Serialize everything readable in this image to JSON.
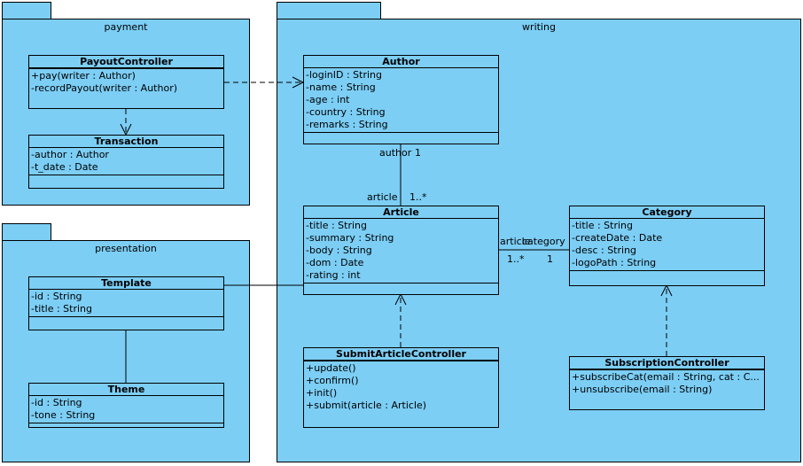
{
  "packages": {
    "payment": "payment",
    "writing": "writing",
    "presentation": "presentation"
  },
  "classes": {
    "payout_controller": {
      "name": "PayoutController",
      "attrs": [],
      "ops": [
        "+pay(writer : Author)",
        "-recordPayout(writer : Author)"
      ]
    },
    "transaction": {
      "name": "Transaction",
      "attrs": [
        "-author : Author",
        "-t_date : Date"
      ],
      "ops": []
    },
    "author": {
      "name": "Author",
      "attrs": [
        "-loginID : String",
        "-name : String",
        "-age : int",
        "-country : String",
        "-remarks : String"
      ],
      "ops": []
    },
    "article": {
      "name": "Article",
      "attrs": [
        "-title : String",
        "-summary : String",
        "-body : String",
        "-dom : Date",
        "-rating : int"
      ],
      "ops": []
    },
    "category": {
      "name": "Category",
      "attrs": [
        "-title : String",
        "-createDate : Date",
        "-desc : String",
        "-logoPath : String"
      ],
      "ops": []
    },
    "submit_article_controller": {
      "name": "SubmitArticleController",
      "attrs": [],
      "ops": [
        "+update()",
        "+confirm()",
        "+init()",
        "+submit(article : Article)"
      ]
    },
    "subscription_controller": {
      "name": "SubscriptionController",
      "attrs": [],
      "ops": [
        "+subscribeCat(email : String, cat : C...",
        "+unsubscribe(email : String)"
      ]
    },
    "template": {
      "name": "Template",
      "attrs": [
        "-id : String",
        "-title : String"
      ],
      "ops": []
    },
    "theme": {
      "name": "Theme",
      "attrs": [
        "-id : String",
        "-tone : String"
      ],
      "ops": []
    }
  },
  "associations": {
    "author_article": {
      "author_role": "author",
      "author_mult": "1",
      "article_role": "article",
      "article_mult": "1..*"
    },
    "article_category": {
      "article_role": "article",
      "article_mult": "1..*",
      "category_role": "category",
      "category_mult": "1"
    }
  },
  "colors": {
    "fill": "#7ccef5",
    "stroke": "#000000"
  }
}
